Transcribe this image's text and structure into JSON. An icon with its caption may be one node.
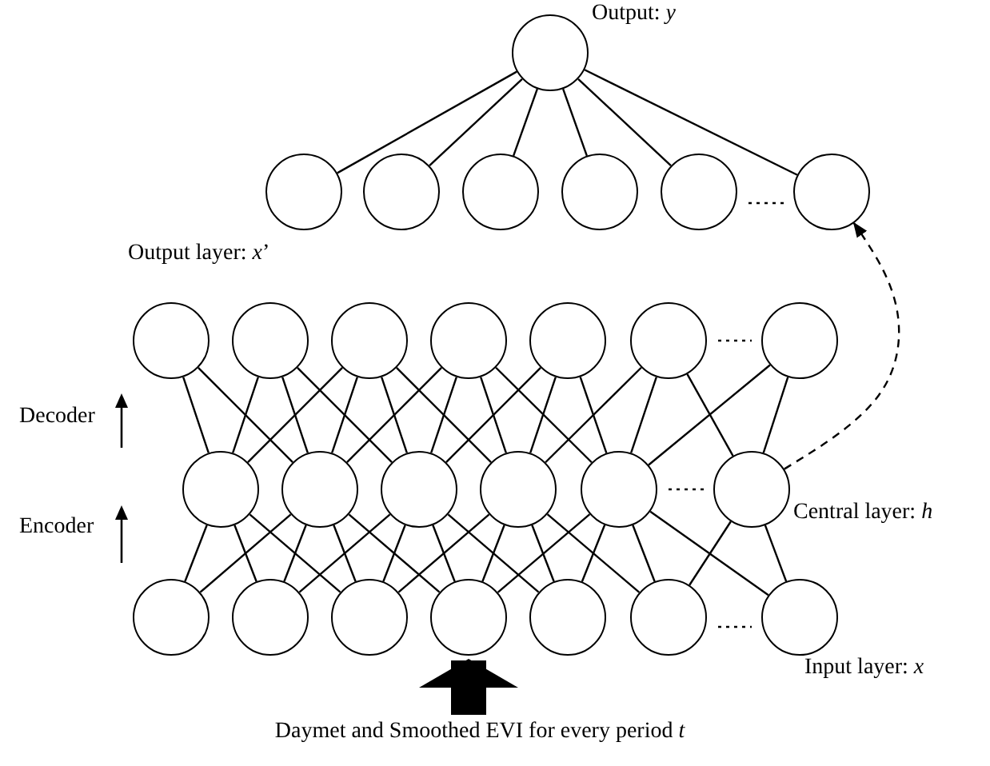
{
  "diagram": {
    "nodes": [
      {
        "text": [],
        "shape": "circle",
        "beside": [
          "Output: *y*"
        ]
      },
      {
        "text": [],
        "shape": "circle"
      },
      {
        "text": [],
        "shape": "circle"
      },
      {
        "text": [],
        "shape": "circle"
      },
      {
        "text": [],
        "shape": "circle"
      },
      {
        "text": [],
        "shape": "circle"
      },
      {
        "text": [],
        "shape": "circle"
      },
      {
        "text": [],
        "shape": "circle"
      },
      {
        "text": [],
        "shape": "circle"
      },
      {
        "text": [],
        "shape": "circle"
      },
      {
        "text": [],
        "shape": "circle"
      },
      {
        "text": [],
        "shape": "circle"
      },
      {
        "text": [],
        "shape": "circle"
      },
      {
        "text": [],
        "shape": "circle"
      },
      {
        "text": [],
        "shape": "circle"
      },
      {
        "text": [],
        "shape": "circle"
      },
      {
        "text": [],
        "shape": "circle"
      },
      {
        "text": [],
        "shape": "circle"
      },
      {
        "text": [],
        "shape": "circle"
      },
      {
        "text": [],
        "shape": "circle"
      },
      {
        "text": [],
        "shape": "circle"
      },
      {
        "text": [],
        "shape": "circle"
      },
      {
        "text": [],
        "shape": "circle"
      },
      {
        "text": [],
        "shape": "circle"
      },
      {
        "text": [],
        "shape": "circle"
      },
      {
        "text": [],
        "shape": "circle"
      },
      {
        "text": [],
        "shape": "circle"
      },
      {
        "text": [
          "Daymet and Smoothed EVI for every period *t*"
        ]
      }
    ],
    "edges": [
      {
        "from": 0,
        "to": 1,
        "arrow": "none"
      },
      {
        "from": 0,
        "to": 2,
        "arrow": "none"
      },
      {
        "from": 0,
        "to": 3,
        "arrow": "none"
      },
      {
        "from": 0,
        "to": 4,
        "arrow": "none"
      },
      {
        "from": 0,
        "to": 5,
        "arrow": "none"
      },
      {
        "from": 0,
        "to": 6,
        "arrow": "none"
      },
      {
        "from": 14,
        "to": 7,
        "arrow": "none"
      },
      {
        "from": 14,
        "to": 8,
        "arrow": "none"
      },
      {
        "from": 14,
        "to": 9,
        "arrow": "none"
      },
      {
        "from": 15,
        "to": 7,
        "arrow": "none"
      },
      {
        "from": 15,
        "to": 8,
        "arrow": "none"
      },
      {
        "from": 15,
        "to": 9,
        "arrow": "none"
      },
      {
        "from": 15,
        "to": 10,
        "arrow": "none"
      },
      {
        "from": 16,
        "to": 8,
        "arrow": "none"
      },
      {
        "from": 16,
        "to": 9,
        "arrow": "none"
      },
      {
        "from": 16,
        "to": 10,
        "arrow": "none"
      },
      {
        "from": 16,
        "to": 11,
        "arrow": "none"
      },
      {
        "from": 17,
        "to": 9,
        "arrow": "none"
      },
      {
        "from": 17,
        "to": 10,
        "arrow": "none"
      },
      {
        "from": 17,
        "to": 11,
        "arrow": "none"
      },
      {
        "from": 17,
        "to": 12,
        "arrow": "none"
      },
      {
        "from": 18,
        "to": 10,
        "arrow": "none"
      },
      {
        "from": 18,
        "to": 11,
        "arrow": "none"
      },
      {
        "from": 18,
        "to": 12,
        "arrow": "none"
      },
      {
        "from": 18,
        "to": 13,
        "arrow": "none"
      },
      {
        "from": 19,
        "to": 12,
        "arrow": "none"
      },
      {
        "from": 19,
        "to": 13,
        "arrow": "none"
      },
      {
        "from": 20,
        "to": 14,
        "arrow": "none"
      },
      {
        "from": 21,
        "to": 14,
        "arrow": "none"
      },
      {
        "from": 22,
        "to": 14,
        "arrow": "none"
      },
      {
        "from": 20,
        "to": 15,
        "arrow": "none"
      },
      {
        "from": 21,
        "to": 15,
        "arrow": "none"
      },
      {
        "from": 22,
        "to": 15,
        "arrow": "none"
      },
      {
        "from": 23,
        "to": 15,
        "arrow": "none"
      },
      {
        "from": 21,
        "to": 16,
        "arrow": "none"
      },
      {
        "from": 22,
        "to": 16,
        "arrow": "none"
      },
      {
        "from": 23,
        "to": 16,
        "arrow": "none"
      },
      {
        "from": 24,
        "to": 16,
        "arrow": "none"
      },
      {
        "from": 22,
        "to": 17,
        "arrow": "none"
      },
      {
        "from": 23,
        "to": 17,
        "arrow": "none"
      },
      {
        "from": 24,
        "to": 17,
        "arrow": "none"
      },
      {
        "from": 25,
        "to": 17,
        "arrow": "none"
      },
      {
        "from": 23,
        "to": 18,
        "arrow": "none"
      },
      {
        "from": 24,
        "to": 18,
        "arrow": "none"
      },
      {
        "from": 25,
        "to": 18,
        "arrow": "none"
      },
      {
        "from": 26,
        "to": 18,
        "arrow": "none"
      },
      {
        "from": 25,
        "to": 19,
        "arrow": "none"
      },
      {
        "from": 26,
        "to": 19,
        "arrow": "none"
      },
      {
        "from": 19,
        "to": 6,
        "arrow": "to",
        "style": "dashed"
      },
      {
        "from": 27,
        "to": 23,
        "arrow": "to",
        "style": "thick"
      }
    ],
    "labels": [
      "Output layer: *x*’",
      "Decoder",
      "Encoder",
      "Central layer: *h*",
      "Input layer: *x*"
    ]
  }
}
